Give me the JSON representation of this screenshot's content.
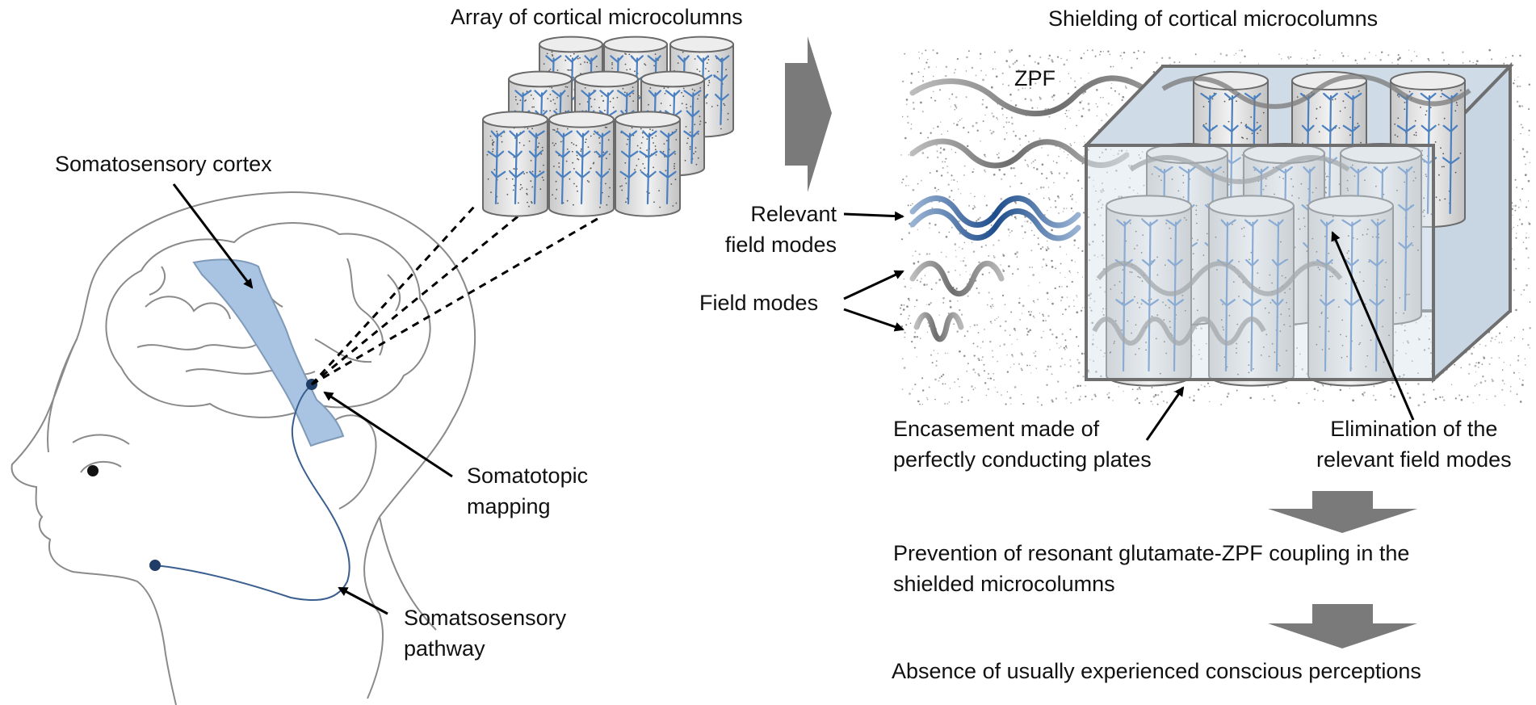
{
  "labels": {
    "array_title": "Array of cortical microcolumns",
    "shielding_title": "Shielding of cortical microcolumns",
    "somatosensory_cortex": "Somatosensory cortex",
    "somatotopic_mapping": [
      "Somatotopic",
      "mapping"
    ],
    "somatosensory_pathway": [
      "Somatsosensory",
      "pathway"
    ],
    "zpf": "ZPF",
    "relevant_field_modes": [
      "Relevant",
      "field modes"
    ],
    "field_modes": "Field modes",
    "encasement": [
      "Encasement made of",
      "perfectly conducting plates"
    ],
    "elimination": [
      "Elimination of the",
      "relevant field modes"
    ],
    "prevention": [
      "Prevention of resonant glutamate-ZPF coupling in the",
      "shielded microcolumns"
    ],
    "absence": "Absence of usually experienced conscious perceptions"
  },
  "colors": {
    "cortex_fill": "#a9c4e2",
    "neuron_blue": "#4a7fc0",
    "node_dark": "#1f3d66",
    "relevant_wave": "#1f4e8c",
    "gray_arrow": "#7a7a7a",
    "box_fill": "#d6e2ee",
    "box_edge": "#6f6f6f"
  }
}
